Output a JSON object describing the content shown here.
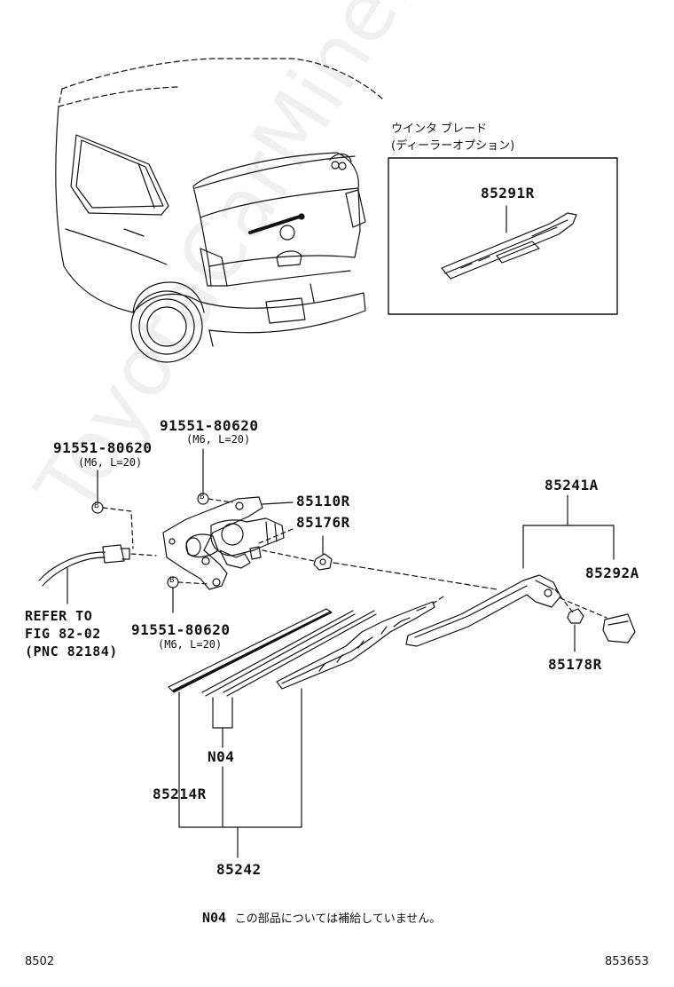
{
  "inset": {
    "title_line1": "ウインタ ブレード",
    "title_line2": "(ディーラーオプション)",
    "part": "85291R"
  },
  "bolts": {
    "left": {
      "part": "91551-80620",
      "spec": "(M6, L=20)"
    },
    "top": {
      "part": "91551-80620",
      "spec": "(M6, L=20)"
    },
    "bottom": {
      "part": "91551-80620",
      "spec": "(M6, L=20)"
    },
    "marker": "B"
  },
  "parts": {
    "motor": "85110R",
    "cap_nut": "85176R",
    "arm_assy": "85241A",
    "arm_cover": "85292A",
    "nut": "85178R",
    "n04": "N04",
    "blade_rubber": "85214R",
    "blade_assy": "85242"
  },
  "reference": {
    "line1": "REFER TO",
    "line2": "FIG 82-02",
    "line3": "(PNC 82184)"
  },
  "note": {
    "code": "N04",
    "text": "この部品については補給していません。"
  },
  "footer": {
    "left": "8502",
    "right": "853653"
  },
  "watermark": "ToyotaCarMine.ru"
}
